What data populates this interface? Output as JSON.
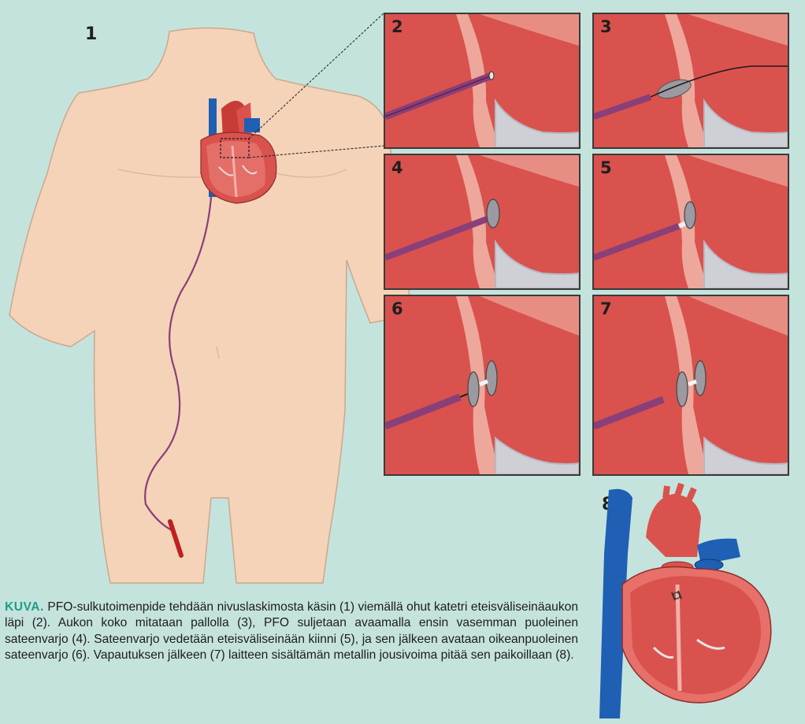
{
  "labels": {
    "panel_1": "1",
    "panel_2": "2",
    "panel_3": "3",
    "panel_4": "4",
    "panel_5": "5",
    "panel_6": "6",
    "panel_7": "7",
    "panel_8": "8"
  },
  "caption": {
    "lead": "KUVA.",
    "text": " PFO-sulkutoimenpide tehdään nivuslaskimosta käsin (1) viemällä ohut katetri eteisväliseinäaukon läpi (2). Aukon koko mitataan pallolla (3), PFO suljetaan avaamalla ensin vasemman puoleinen sateenvarjo (4). Sateenvarjo vedetään eteisväliseinään kiinni (5), ja sen jälkeen avataan oikeanpuoleinen sateenvarjo (6). Vapautuksen jälkeen (7) laitteen sisältämän metallin jousi­voima pitää sen paikoillaan (8)."
  },
  "colors": {
    "background": "#c5e3dd",
    "skin": "#f4d3b8",
    "atrium_red": "#d9524e",
    "septum_pink": "#eea79b",
    "catheter_purple": "#8a3f78",
    "vein_blue": "#1f5fb4",
    "caption_accent": "#1e9e86"
  }
}
